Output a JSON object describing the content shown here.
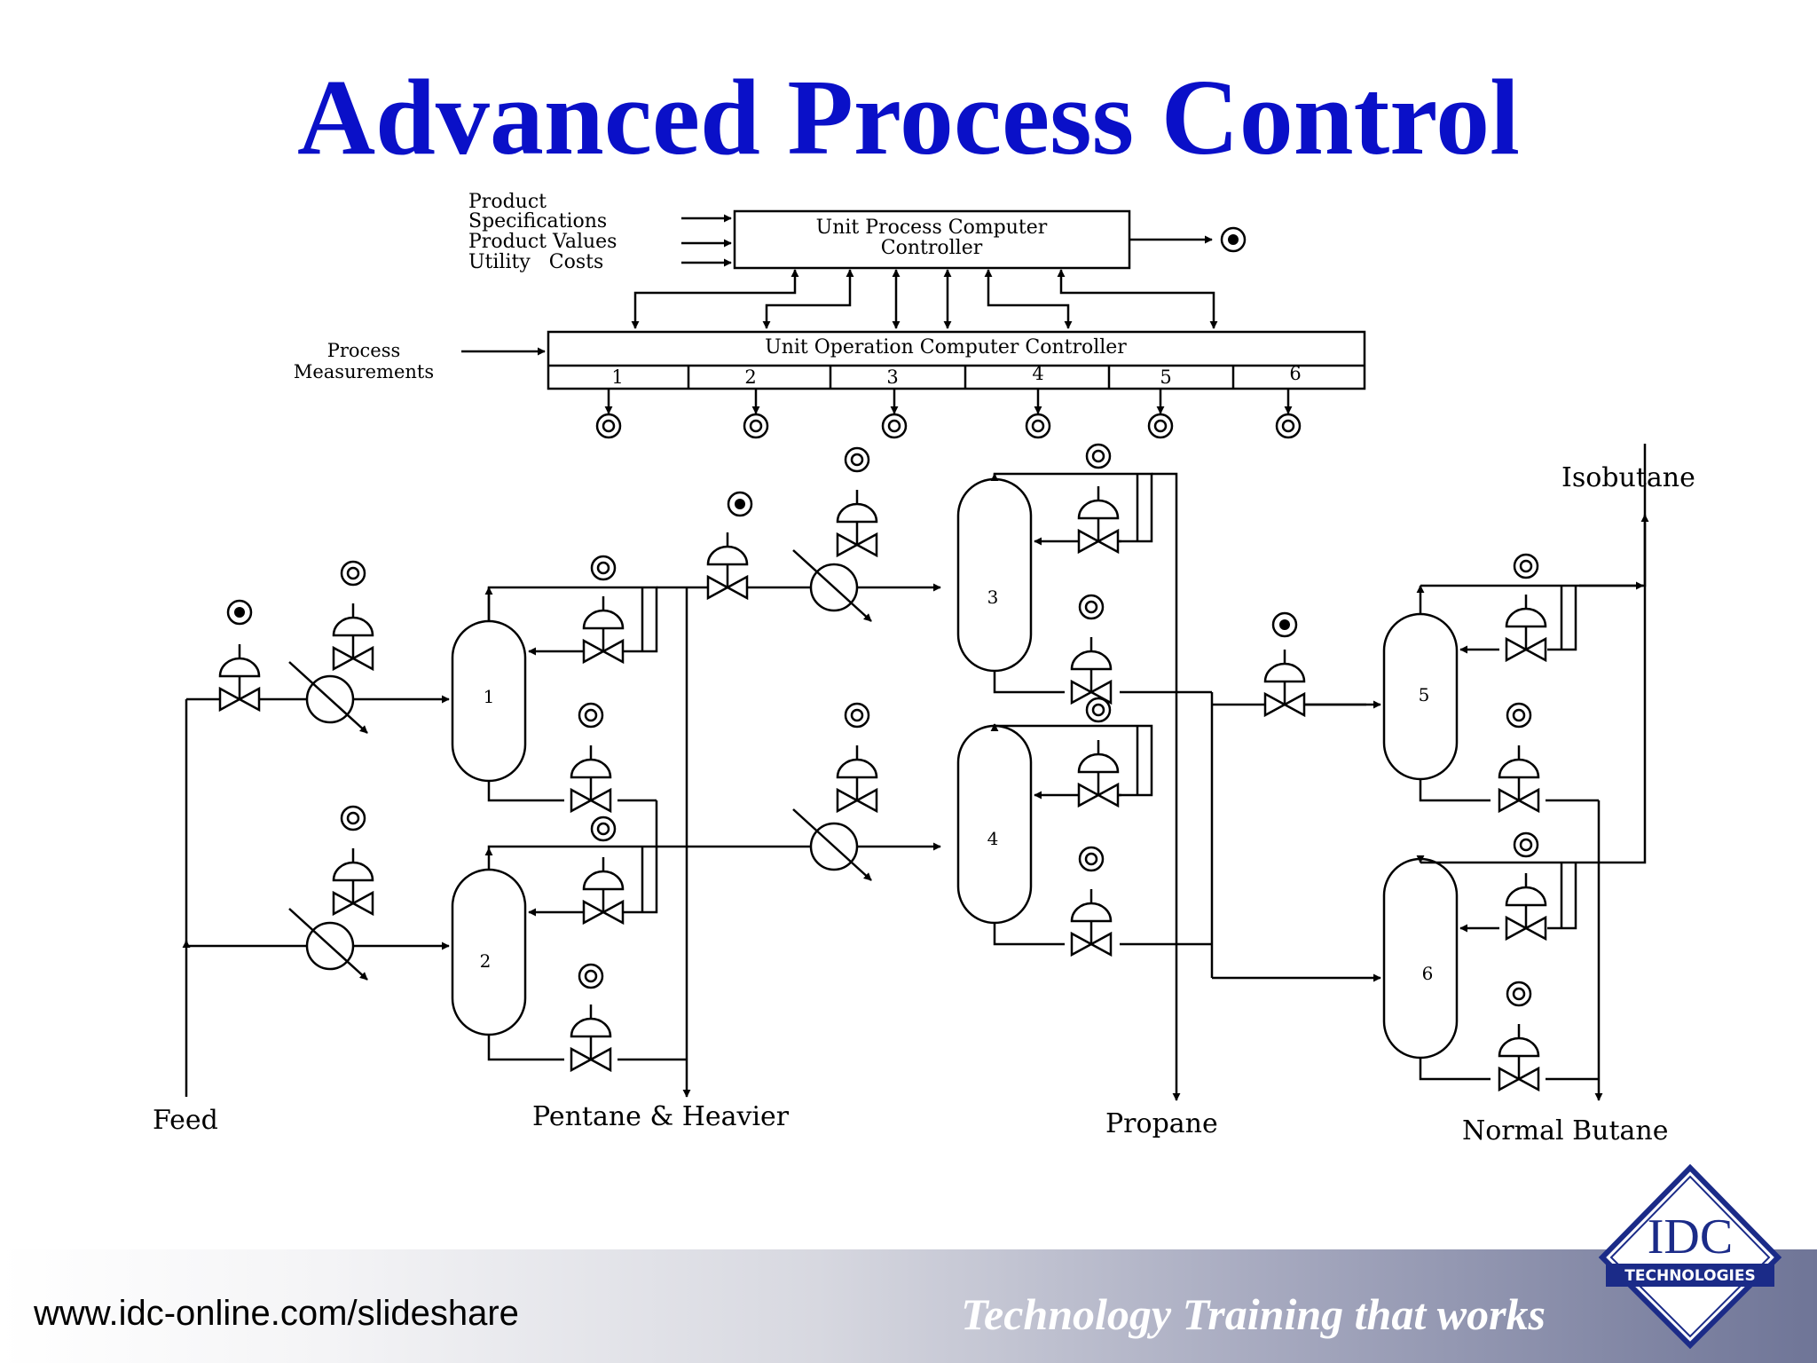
{
  "slide": {
    "title": "Advanced Process Control",
    "footer_url": "www.idc-online.com/slideshare",
    "tagline": "Technology Training that works",
    "logo_text": "IDC",
    "logo_subtext": "TECHNOLOGIES"
  },
  "diagram": {
    "inputs": [
      "Product",
      "Specifications",
      "Product Values",
      "Utility   Costs"
    ],
    "upper_controller": [
      "Unit Process Computer",
      "Controller"
    ],
    "lower_controller": "Unit Operation Computer Controller",
    "process_measurements": [
      "Process",
      "Measurements"
    ],
    "controller_outputs": [
      "1",
      "2",
      "3",
      "4",
      "5",
      "6"
    ],
    "columns": [
      "1",
      "2",
      "3",
      "4",
      "5",
      "6"
    ],
    "streams": {
      "feed": "Feed",
      "pentane": "Pentane & Heavier",
      "propane": "Propane",
      "isobutane": "Isobutane",
      "normal_butane": "Normal Butane"
    }
  },
  "colors": {
    "title": "#0a10c8",
    "line": "#000000",
    "tagline": "#ffffff"
  }
}
